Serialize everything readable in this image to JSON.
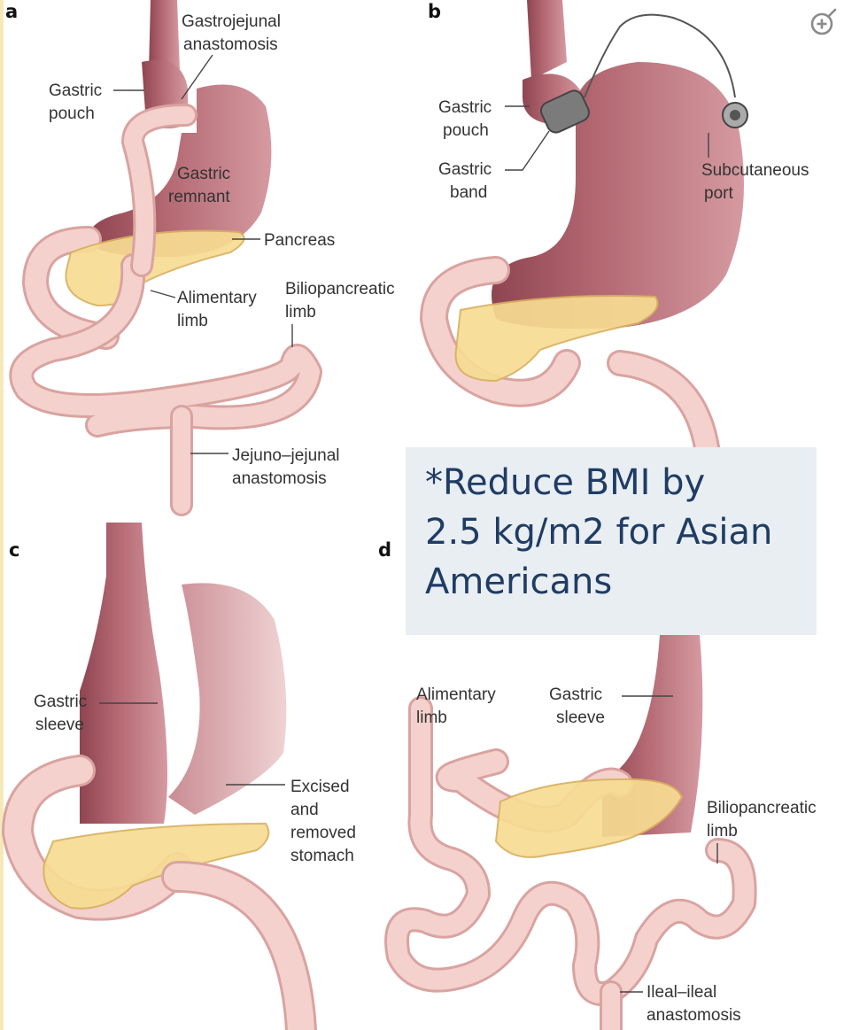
{
  "panels": {
    "a": {
      "letter": "a",
      "labels": {
        "gastrojejunal": "Gastrojejunal",
        "anastomosis": "anastomosis",
        "gastric": "Gastric",
        "pouch": "pouch",
        "gastric2": "Gastric",
        "remnant": "remnant",
        "pancreas": "Pancreas",
        "alimentary": "Alimentary",
        "limb": "limb",
        "biliopancreatic": "Biliopancreatic",
        "limb2": "limb",
        "jejuno": "Jejuno–jejunal",
        "anastomosis2": "anastomosis"
      }
    },
    "b": {
      "letter": "b",
      "labels": {
        "gastric": "Gastric",
        "pouch": "pouch",
        "gastric2": "Gastric",
        "band": "band",
        "subcutaneous": "Subcutaneous",
        "port": "port"
      }
    },
    "c": {
      "letter": "c",
      "labels": {
        "gastric": "Gastric",
        "sleeve": "sleeve",
        "excised": "Excised",
        "and": "and",
        "removed": "removed",
        "stomach": "stomach"
      }
    },
    "d": {
      "letter": "d",
      "labels": {
        "alimentary": "Alimentary",
        "limb": "limb",
        "gastric": "Gastric",
        "sleeve": "sleeve",
        "biliopancreatic": "Biliopancreatic",
        "limb2": "limb",
        "ileal": "Ileal–ileal",
        "anastomosis": "anastomosis"
      }
    }
  },
  "callout": {
    "text": "*Reduce BMI by\n2.5 kg/m2 for Asian\nAmericans"
  },
  "colors": {
    "stomach": "#b0636d",
    "stomach_dark": "#8f4551",
    "intestine": "#f4d1cd",
    "intestine_edge": "#d9a3a0",
    "pancreas": "#f7dc92",
    "callout_bg": "#e9eef3",
    "callout_text": "#1f3c64"
  },
  "icons": {
    "zoom": "zoom-in-icon"
  }
}
